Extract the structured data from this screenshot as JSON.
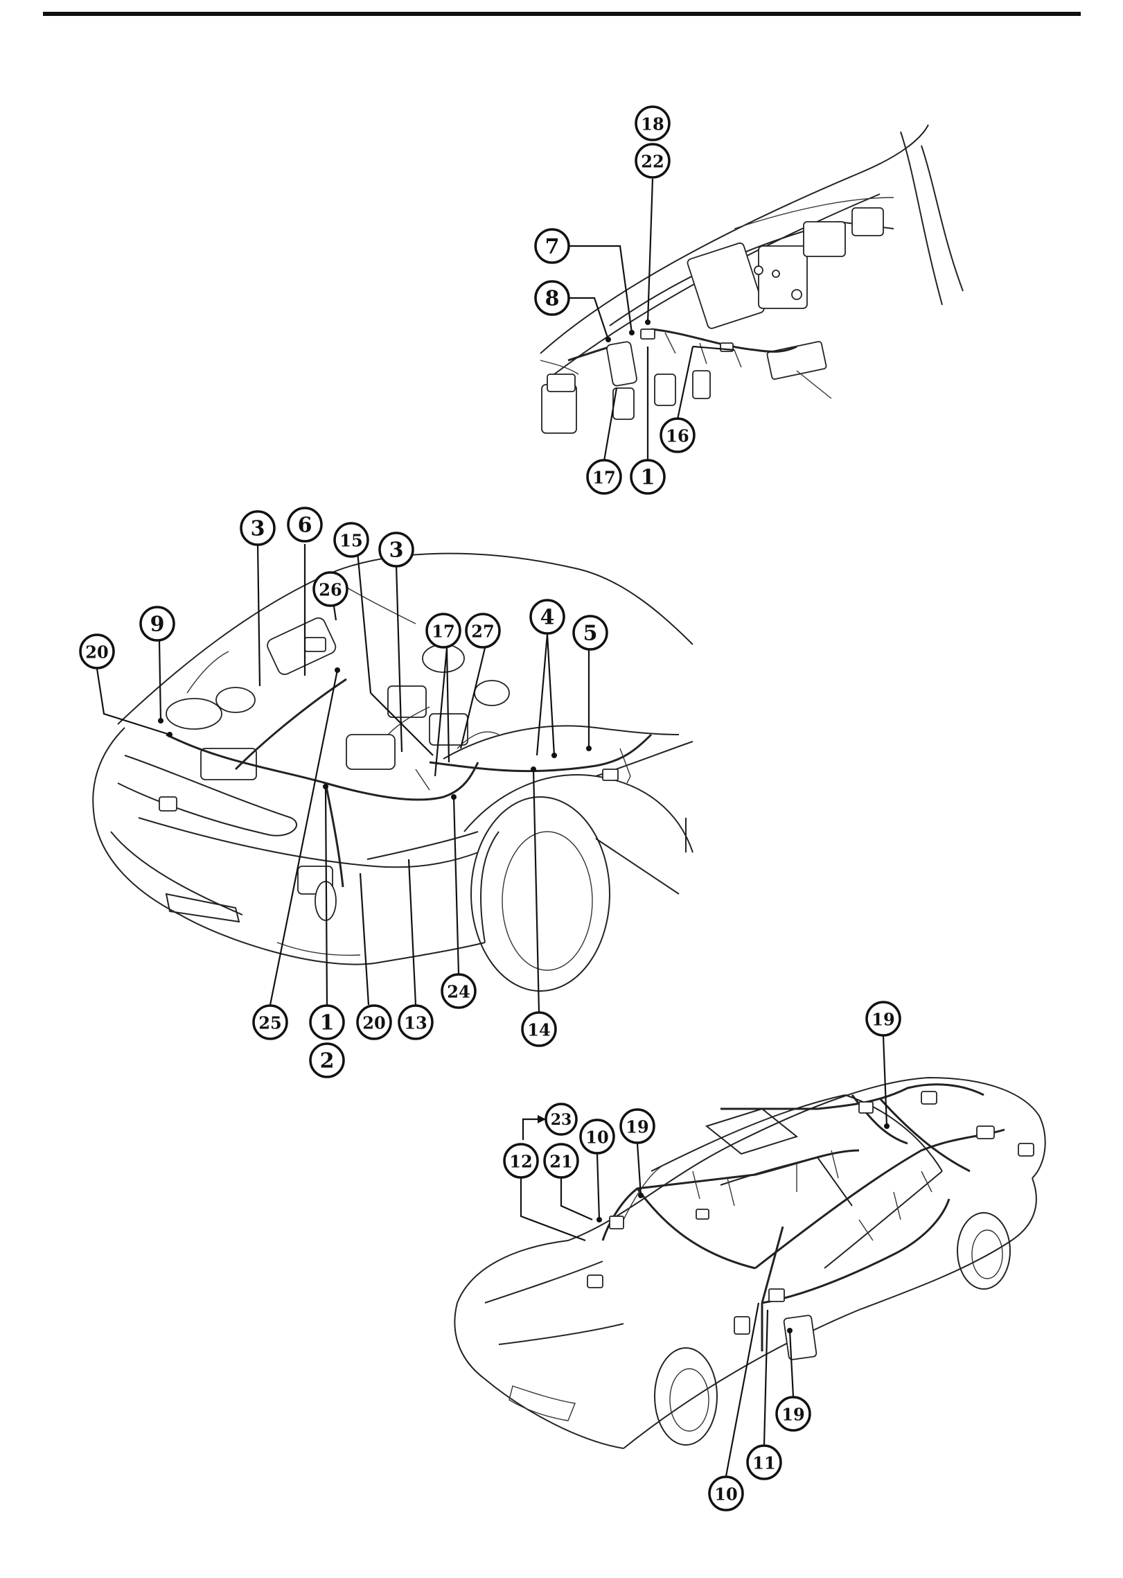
{
  "callouts": [
    {
      "id": "c-18",
      "label": "18"
    },
    {
      "id": "c-22",
      "label": "22"
    },
    {
      "id": "c-7",
      "label": "7"
    },
    {
      "id": "c-8",
      "label": "8"
    },
    {
      "id": "c-16",
      "label": "16"
    },
    {
      "id": "c-17a",
      "label": "17"
    },
    {
      "id": "c-1a",
      "label": "1"
    },
    {
      "id": "c-3a",
      "label": "3"
    },
    {
      "id": "c-6",
      "label": "6"
    },
    {
      "id": "c-15",
      "label": "15"
    },
    {
      "id": "c-3b",
      "label": "3"
    },
    {
      "id": "c-26",
      "label": "26"
    },
    {
      "id": "c-9",
      "label": "9"
    },
    {
      "id": "c-20a",
      "label": "20"
    },
    {
      "id": "c-17b",
      "label": "17"
    },
    {
      "id": "c-27",
      "label": "27"
    },
    {
      "id": "c-4",
      "label": "4"
    },
    {
      "id": "c-5",
      "label": "5"
    },
    {
      "id": "c-25",
      "label": "25"
    },
    {
      "id": "c-1b",
      "label": "1"
    },
    {
      "id": "c-2",
      "label": "2"
    },
    {
      "id": "c-20b",
      "label": "20"
    },
    {
      "id": "c-13",
      "label": "13"
    },
    {
      "id": "c-24",
      "label": "24"
    },
    {
      "id": "c-14",
      "label": "14"
    },
    {
      "id": "c-19a",
      "label": "19"
    },
    {
      "id": "c-23",
      "label": "23"
    },
    {
      "id": "c-21",
      "label": "21"
    },
    {
      "id": "c-12",
      "label": "12"
    },
    {
      "id": "c-10a",
      "label": "10"
    },
    {
      "id": "c-19b",
      "label": "19"
    },
    {
      "id": "c-19c",
      "label": "19"
    },
    {
      "id": "c-10b",
      "label": "10"
    },
    {
      "id": "c-11",
      "label": "11"
    }
  ]
}
